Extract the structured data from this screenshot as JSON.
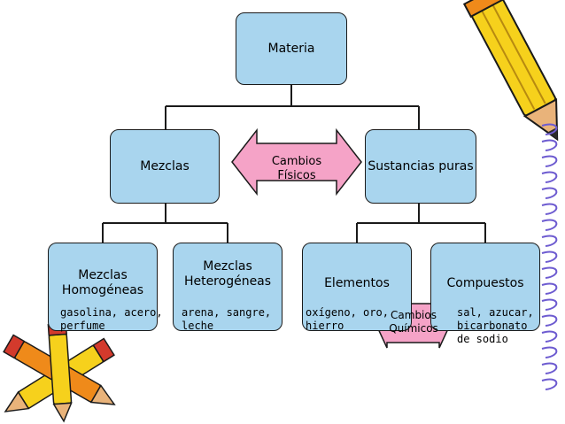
{
  "colors": {
    "node_fill": "#a9d5ee",
    "connector": "#1a1a1a",
    "arrow_fill": "#f5a3c7",
    "pencil_yellow": "#f6d11c",
    "pencil_orange": "#ef8a1a",
    "pencil_tip": "#e9b37a",
    "pencil_lead": "#2b2b2b",
    "eraser_red": "#d33a2c",
    "notebook_ring": "#6d5bd0"
  },
  "nodes": {
    "root": [
      "Materia"
    ],
    "mezclas": [
      "Mezclas"
    ],
    "sustancias": [
      "Sustancias puras"
    ],
    "homogeneas": [
      "Mezclas",
      "Homogéneas"
    ],
    "heterogeneas": [
      "Mezclas",
      "Heterogéneas"
    ],
    "elementos": [
      "Elementos"
    ],
    "compuestos": [
      "Compuestos"
    ]
  },
  "examples": {
    "homogeneas": "gasolina, acero,\nperfume",
    "heterogeneas": "arena, sangre,\nleche",
    "elementos": "oxígeno, oro,\nhierro",
    "compuestos": "sal, azucar,\nbicarbonato\nde sodio"
  },
  "arrows": {
    "fisicos": [
      "Cambios",
      "Físicos"
    ],
    "quimicos": [
      "Cambios",
      "Químicos"
    ]
  },
  "icons": [
    "pencil-icon",
    "crossed-pencils-icon",
    "notebook-spiral-icon"
  ]
}
